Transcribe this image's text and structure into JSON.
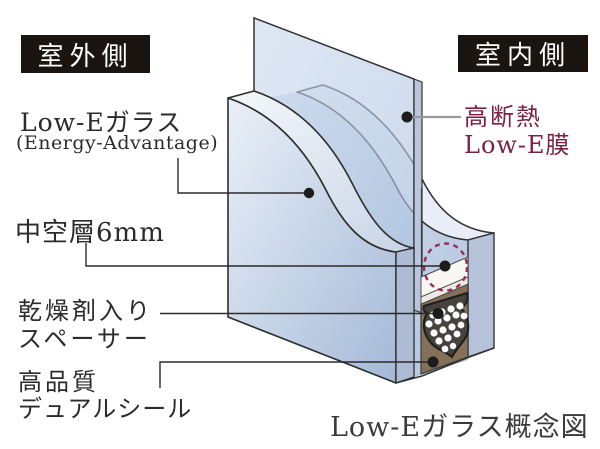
{
  "diagram_title": "Low-Eガラス概念図",
  "badges": {
    "outdoor_label": "室外側",
    "indoor_label": "室内側"
  },
  "callouts": {
    "glass_line1": "Low-Eガラス",
    "glass_line2": "(Energy-Advantage)",
    "air_gap": "中空層6mm",
    "spacer_line1": "乾燥剤入り",
    "spacer_line2": "スペーサー",
    "seal_line1": "高品質",
    "seal_line2": "デュアルシール",
    "film_line1": "高断熱",
    "film_line2": "Low-E膜"
  },
  "colors": {
    "film_label_text": "#7c2044",
    "badge_background": "#1b1511",
    "badge_text": "#ffffff",
    "glass_face_light": "#e7edf6",
    "glass_face_dark": "#a6bad7",
    "pane_edge_face": "#aebbd5",
    "inner_pane_edge_face": "#b6c2da",
    "film_edge_face": "#bac6de",
    "seal_brown": "#847157",
    "spacer_dark": "#46423e",
    "desiccant_bead": "#ffffff",
    "highlight_dashed_circle": "#9d2d5c",
    "leader_line": "#2b2b2b",
    "film_leader_line": "#999999"
  }
}
